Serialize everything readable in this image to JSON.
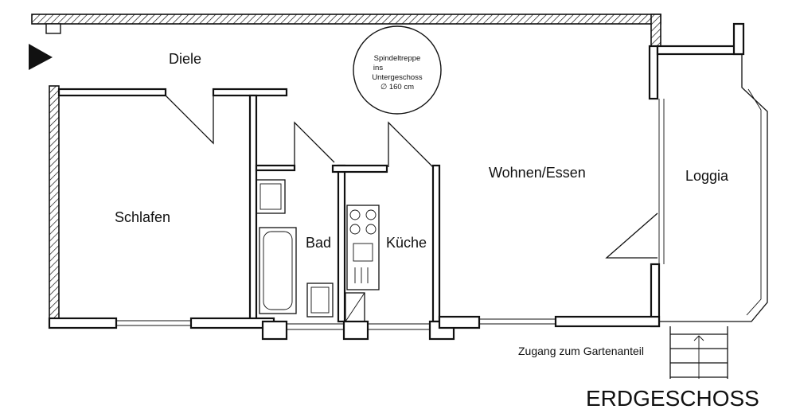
{
  "rooms": {
    "diele": "Diele",
    "schlafen": "Schlafen",
    "bad": "Bad",
    "kueche": "Küche",
    "wohnen": "Wohnen/Essen",
    "loggia": "Loggia"
  },
  "stair_note": {
    "line1": "Spindeltreppe",
    "line2": "ins",
    "line3": "Untergeschoss",
    "line4": "∅ 160 cm"
  },
  "garden_access": "Zugang zum Gartenanteil",
  "floor_title": "ERDGESCHOSS"
}
